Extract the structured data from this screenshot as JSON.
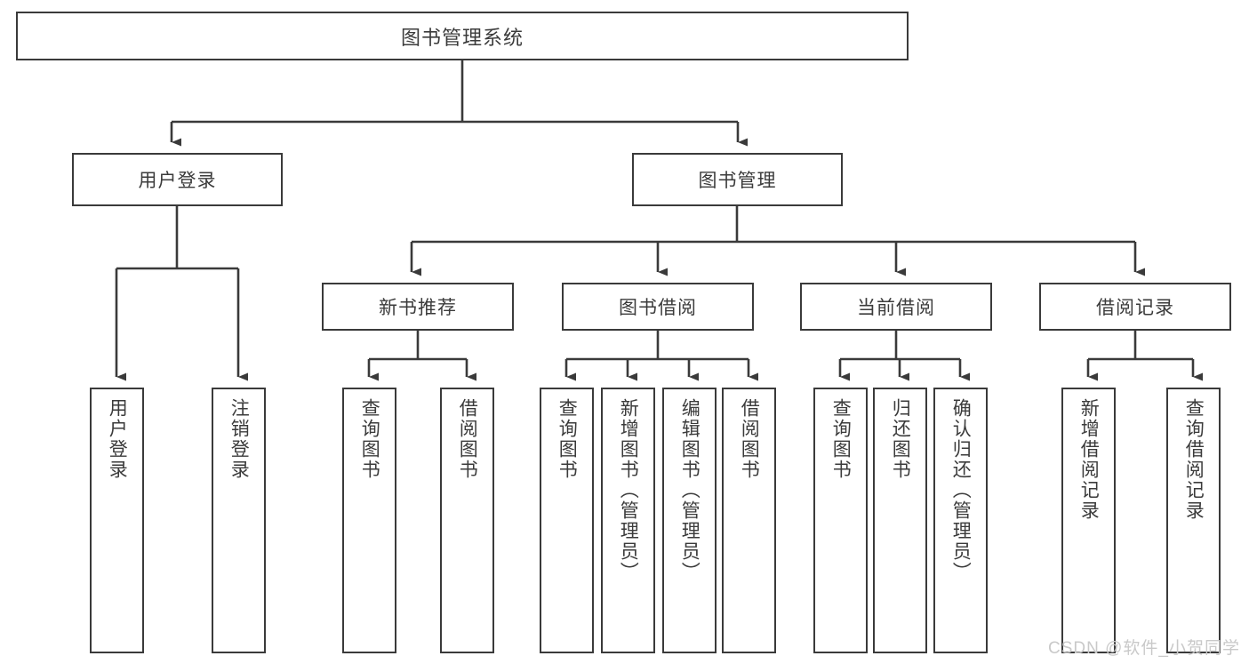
{
  "diagram": {
    "title": "图书管理系统",
    "type": "tree",
    "root": {
      "label": "图书管理系统"
    },
    "level2": [
      {
        "label": "用户登录"
      },
      {
        "label": "图书管理"
      }
    ],
    "level3": [
      {
        "label": "新书推荐"
      },
      {
        "label": "图书借阅"
      },
      {
        "label": "当前借阅"
      },
      {
        "label": "借阅记录"
      }
    ],
    "leaves": {
      "user_login": [
        {
          "label": "用户登录"
        },
        {
          "label": "注销登录"
        }
      ],
      "new_book_recommend": [
        {
          "label": "查询图书"
        },
        {
          "label": "借阅图书"
        }
      ],
      "book_borrow": [
        {
          "label": "查询图书"
        },
        {
          "label": "新增图书（管理员）"
        },
        {
          "label": "编辑图书（管理员）"
        },
        {
          "label": "借阅图书"
        }
      ],
      "current_borrow": [
        {
          "label": "查询图书"
        },
        {
          "label": "归还图书"
        },
        {
          "label": "确认归还（管理员）"
        }
      ],
      "borrow_record": [
        {
          "label": "新增借阅记录"
        },
        {
          "label": "查询借阅记录"
        }
      ]
    }
  },
  "watermark": {
    "text": "CSDN @软件_小贺同学"
  },
  "colors": {
    "box_border": "#3a3a3a",
    "box_fill": "#ffffff",
    "text": "#3b3b3b",
    "connector": "#3a3a3a",
    "watermark": "#c9c9c9"
  }
}
